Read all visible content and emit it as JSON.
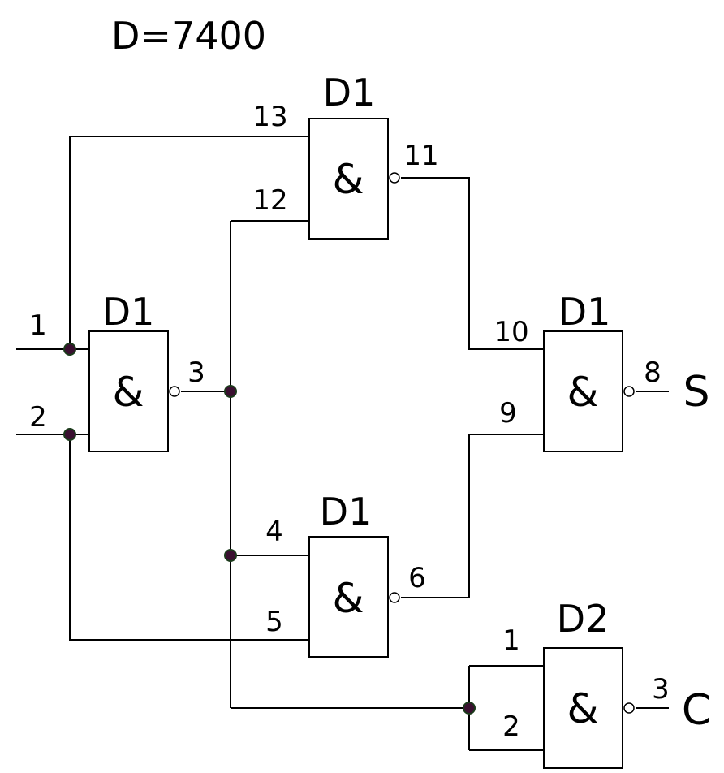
{
  "title": "D=7400",
  "gate_symbol": "&",
  "gates": [
    {
      "id": "gate-top",
      "label": "D1",
      "inputs": [
        "13",
        "12"
      ],
      "output": "11"
    },
    {
      "id": "gate-left",
      "label": "D1",
      "inputs": [
        "1",
        "2"
      ],
      "output": "3"
    },
    {
      "id": "gate-right",
      "label": "D1",
      "inputs": [
        "10",
        "9"
      ],
      "output": "8"
    },
    {
      "id": "gate-mid",
      "label": "D1",
      "inputs": [
        "4",
        "5"
      ],
      "output": "6"
    },
    {
      "id": "gate-bottom",
      "label": "D2",
      "inputs": [
        "1",
        "2"
      ],
      "output": "3"
    }
  ],
  "outputs": {
    "sum": "S",
    "carry": "C"
  },
  "colors": {
    "ink": "#000000",
    "junction": "#3a1030"
  }
}
